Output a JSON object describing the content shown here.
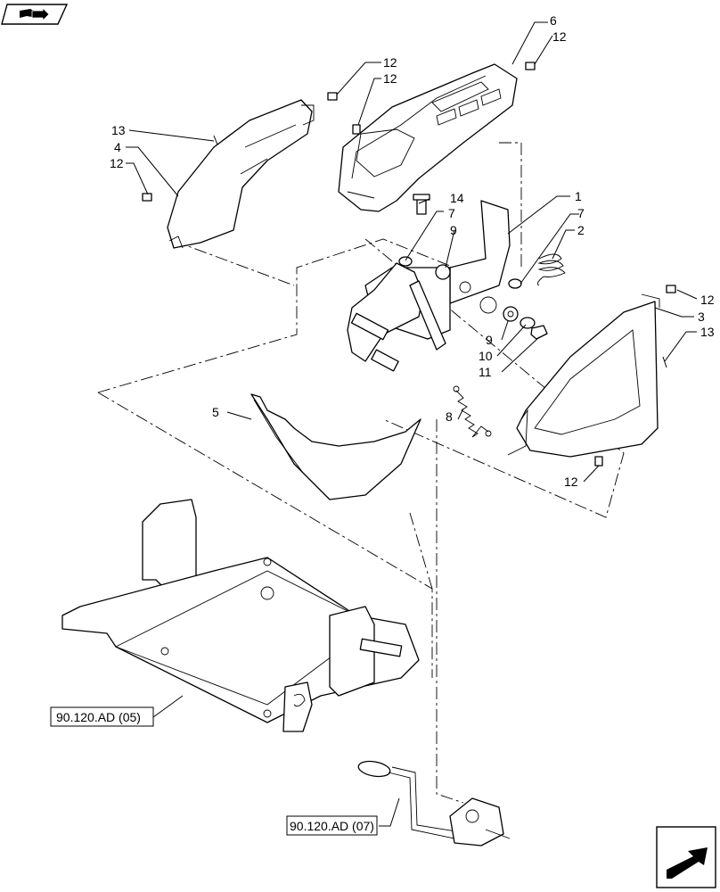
{
  "callouts": {
    "c1": "1",
    "c2": "2",
    "c3": "3",
    "c4": "4",
    "c5": "5",
    "c6": "6",
    "c7a": "7",
    "c7b": "7",
    "c8": "8",
    "c9a": "9",
    "c9b": "9",
    "c10": "10",
    "c11": "11",
    "c12a": "12",
    "c12b": "12",
    "c12c": "12",
    "c12d": "12",
    "c12e": "12",
    "c12f": "12",
    "c13a": "13",
    "c13b": "13",
    "c14": "14"
  },
  "references": {
    "ref_frame": "90.120.AD (05)",
    "ref_lever": "90.120.AD (07)"
  },
  "icons": {
    "top_left": "book-open-arrow-icon",
    "bottom_right": "next-page-arrow-icon"
  }
}
